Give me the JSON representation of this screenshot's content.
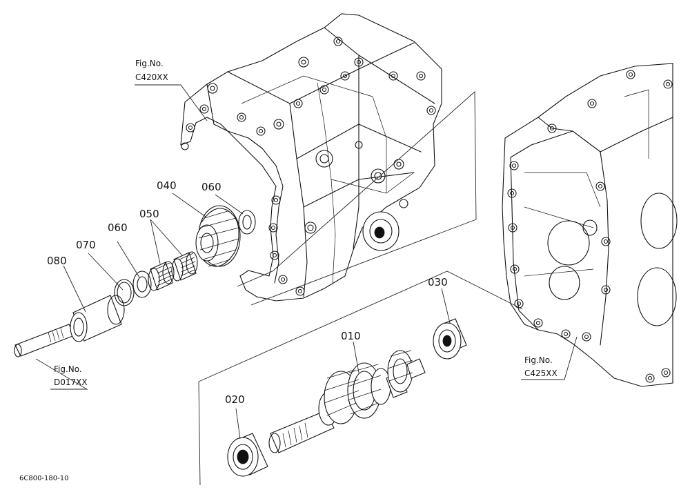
{
  "diagram": {
    "drawing_code": "6C800-180-10",
    "part_numbers": [
      "010",
      "020",
      "030",
      "040",
      "050",
      "060",
      "070",
      "080"
    ],
    "fig_refs": {
      "c420": {
        "line1": "Fig.No.",
        "line2": "C420XX"
      },
      "c425": {
        "line1": "Fig.No.",
        "line2": "C425XX"
      },
      "d017": {
        "line1": "Fig.No.",
        "line2": "D017XX"
      }
    },
    "labels": {
      "p010": "010",
      "p020": "020",
      "p030": "030",
      "p040": "040",
      "p050": "050",
      "p060a": "060",
      "p060b": "060",
      "p070": "070",
      "p080": "080"
    }
  }
}
